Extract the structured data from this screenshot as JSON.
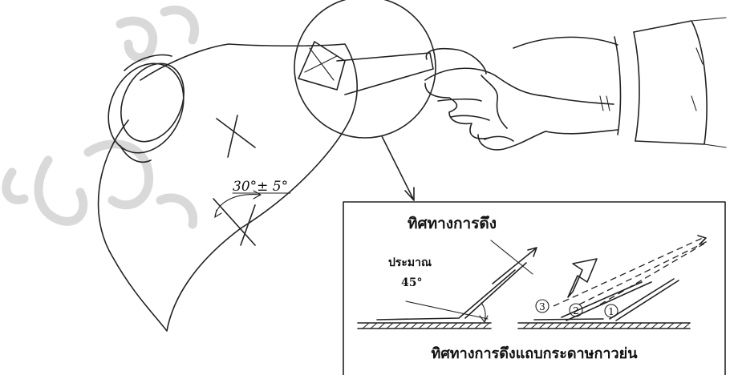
{
  "tolerance_label": "30°± 5°",
  "detail": {
    "pull_direction_label": "ทิศทางการดึง",
    "approx_label": "ประมาณ",
    "angle_label": "45°",
    "step_numbers": [
      "3",
      "2",
      "1"
    ],
    "caption": "ทิศทางการดึงแถบกระดาษกาวย่น"
  }
}
